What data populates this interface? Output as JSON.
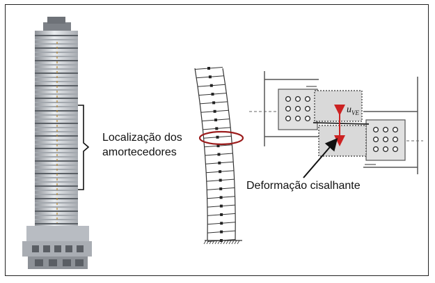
{
  "labels": {
    "damper_location_line1": "Localização dos",
    "damper_location_line2": "amortecedores",
    "shear_deformation": "Deformação cisalhante",
    "displacement_symbol": "u",
    "displacement_subscript": "VE"
  },
  "colors": {
    "highlight_ellipse": "#9b1c1c",
    "arrow": "#cc2222",
    "plate_fill": "#d9d9d9",
    "building_facade": "#c9cdd1"
  },
  "icons": [
    "tower-building-illustration",
    "bracket-icon",
    "deformed-frame-drawing",
    "ellipse-highlight-icon",
    "damper-detail-drawing",
    "displacement-arrow-icon",
    "pointer-arrow-icon"
  ]
}
